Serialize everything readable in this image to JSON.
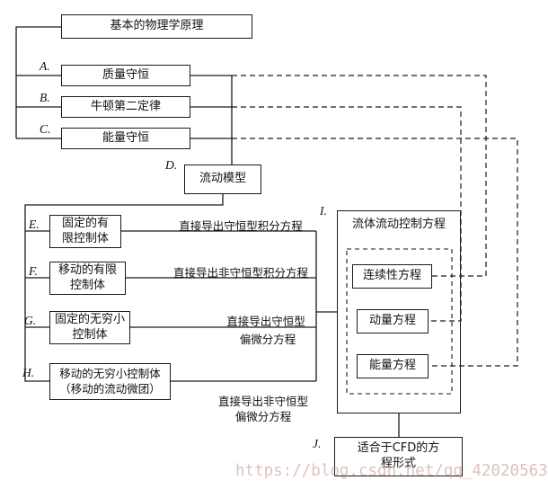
{
  "nodes": {
    "top": {
      "label": "基本的物理学原理"
    },
    "a": {
      "label": "质量守恒"
    },
    "b": {
      "label": "牛顿第二定律"
    },
    "c": {
      "label": "能量守恒"
    },
    "d": {
      "label": "流动模型"
    },
    "e": {
      "label": "固定的有\n限控制体"
    },
    "f": {
      "label": "移动的有限\n控制体"
    },
    "g": {
      "label": "固定的无穷小\n控制体"
    },
    "h": {
      "label": "移动的无穷小控制体\n（移动的流动微团）"
    },
    "i": {
      "label": "流体流动控制方程"
    },
    "continuity": {
      "label": "连续性方程"
    },
    "momentum": {
      "label": "动量方程"
    },
    "energy": {
      "label": "能量方程"
    },
    "j": {
      "label": "适合于CFD的方\n程形式"
    }
  },
  "tags": {
    "a": "A.",
    "b": "B.",
    "c": "C.",
    "d": "D.",
    "e": "E.",
    "f": "F.",
    "g": "G.",
    "h": "H.",
    "i": "I.",
    "j": "J."
  },
  "edge_labels": {
    "e_integral": "直接导出守恒型积分方程",
    "f_integral": "直接导出非守恒型积分方程",
    "g_line1": "直接导出守恒型",
    "g_line2": "偏微分方程",
    "h_line1": "直接导出非守恒型",
    "h_line2": "偏微分方程"
  },
  "watermark": "https://blog.csdn.net/qq_42020563",
  "colors": {
    "line": "#1a1a1a",
    "watermark_tint": "#cda09b"
  }
}
